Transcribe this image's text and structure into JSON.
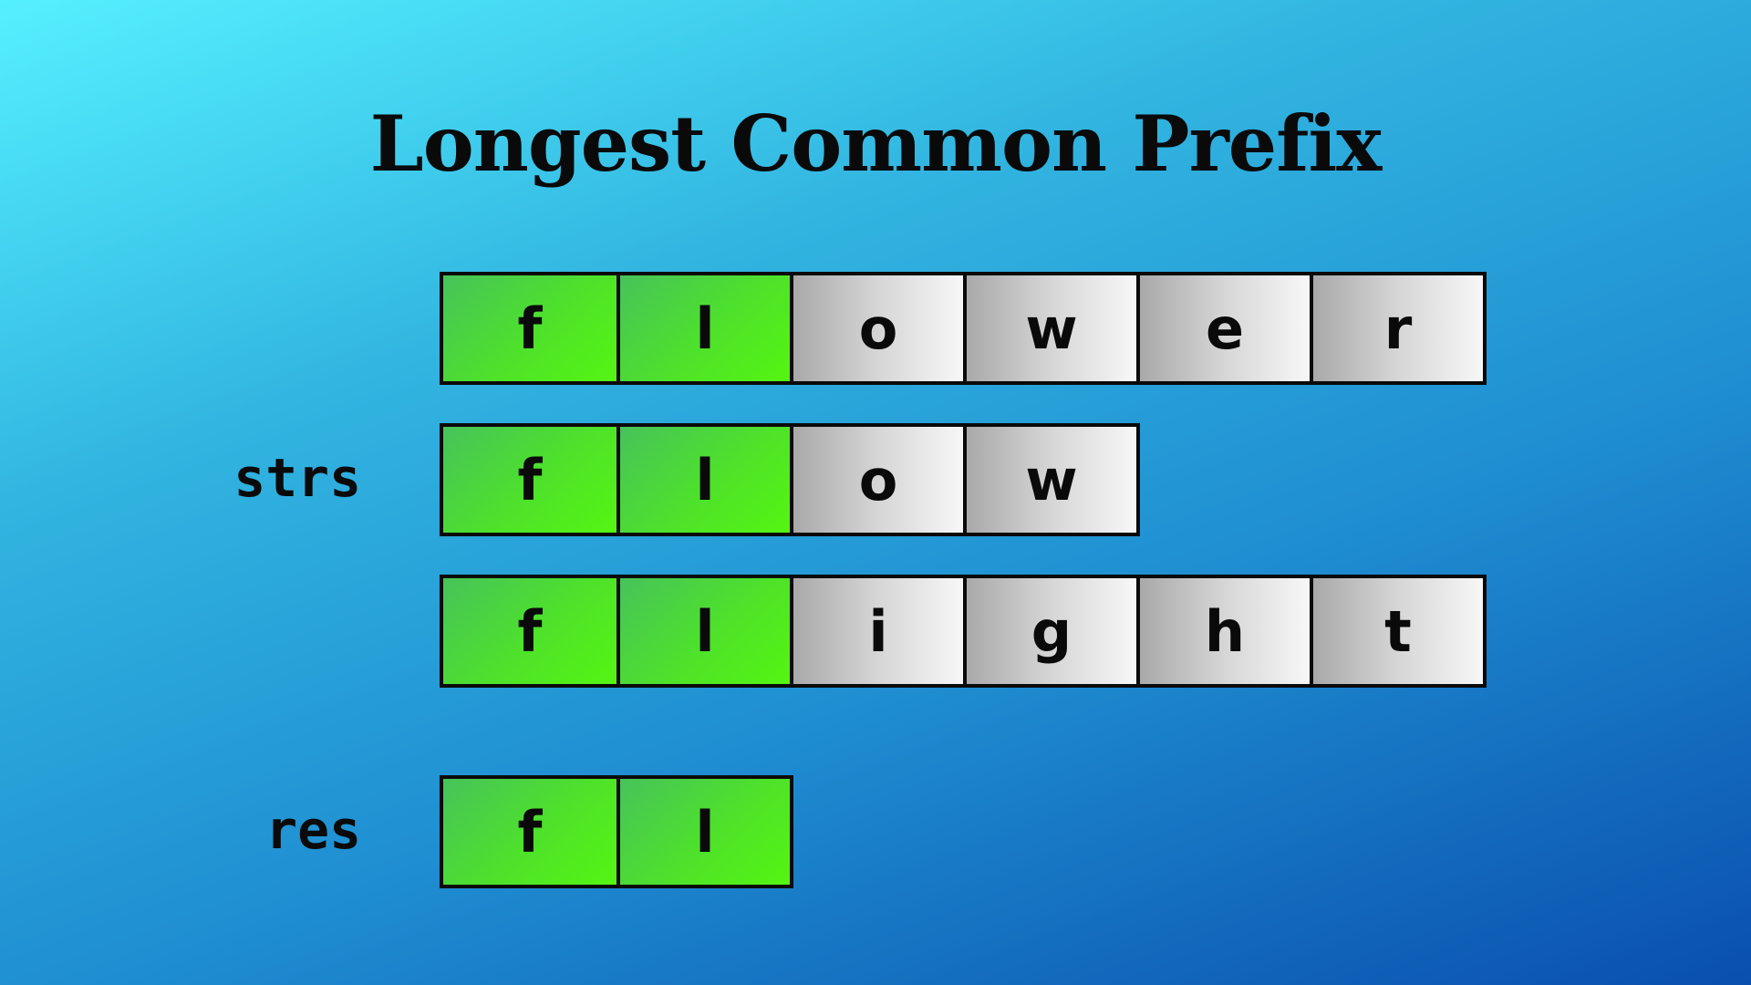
{
  "title": "Longest Common Prefix",
  "labels": {
    "strs": "strs",
    "res": "res"
  },
  "colors": {
    "match": "#4ee22a",
    "plain": "#d6d6d6",
    "border": "#0a0a0a"
  },
  "strs": [
    {
      "chars": [
        "f",
        "l",
        "o",
        "w",
        "e",
        "r"
      ],
      "prefix_len": 2
    },
    {
      "chars": [
        "f",
        "l",
        "o",
        "w"
      ],
      "prefix_len": 2
    },
    {
      "chars": [
        "f",
        "l",
        "i",
        "g",
        "h",
        "t"
      ],
      "prefix_len": 2
    }
  ],
  "res": {
    "chars": [
      "f",
      "l"
    ],
    "prefix_len": 2
  }
}
